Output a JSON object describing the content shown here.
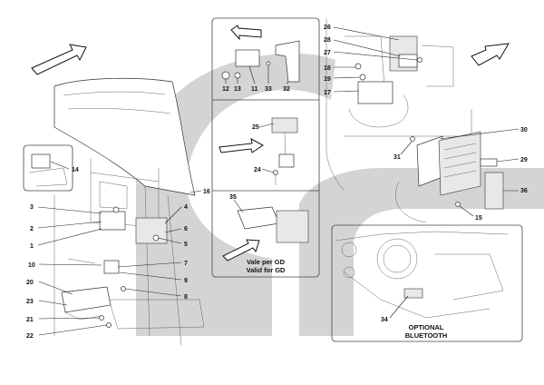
{
  "colors": {
    "watermark": "#d2d2d2",
    "line": "#222222",
    "background": "#ffffff"
  },
  "captions": {
    "vale_line1": "Vale per GD",
    "vale_line2": "Valid for GD",
    "optional_line1": "OPTIONAL",
    "optional_line2": "BLUETOOTH"
  },
  "callouts": {
    "c1": "1",
    "c2": "2",
    "c3": "3",
    "c4": "4",
    "c5": "5",
    "c6": "6",
    "c7": "7",
    "c8": "8",
    "c9": "9",
    "c10": "10",
    "c11": "11",
    "c12": "12",
    "c13": "13",
    "c14": "14",
    "c15": "15",
    "c16": "16",
    "c17": "17",
    "c18": "18",
    "c19": "19",
    "c20": "20",
    "c21": "21",
    "c22": "22",
    "c23": "23",
    "c24": "24",
    "c25": "25",
    "c26": "26",
    "c27": "27",
    "c28": "28",
    "c29": "29",
    "c30": "30",
    "c31": "31",
    "c32": "32",
    "c33": "33",
    "c34": "34",
    "c35": "35",
    "c36": "36"
  },
  "icons": {
    "direction_arrows": "arrow-icon"
  }
}
